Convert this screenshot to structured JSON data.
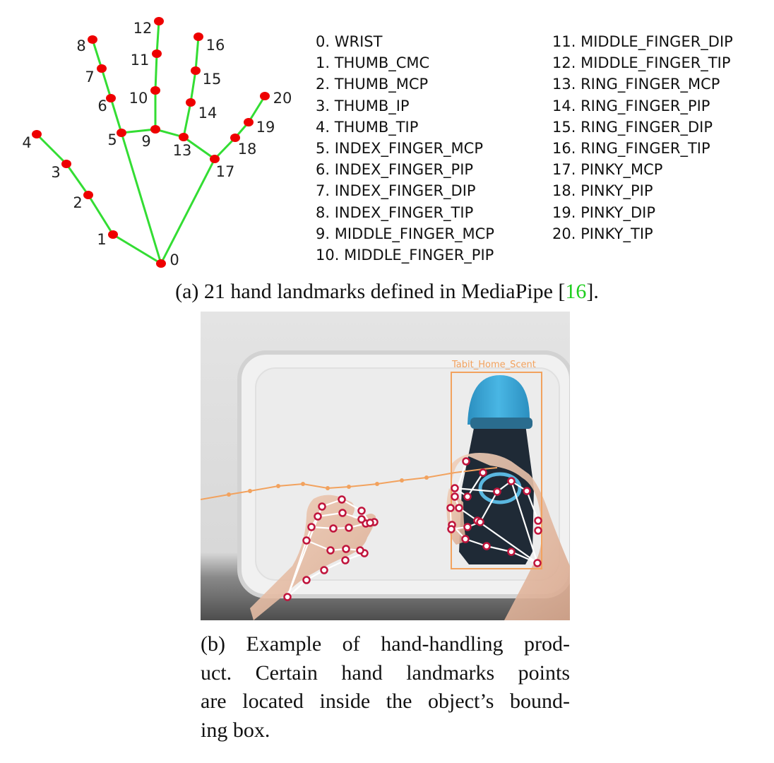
{
  "figure_a": {
    "landmark_numbers": [
      "0",
      "1",
      "2",
      "3",
      "4",
      "5",
      "6",
      "7",
      "8",
      "9",
      "10",
      "11",
      "12",
      "13",
      "14",
      "15",
      "16",
      "17",
      "18",
      "19",
      "20"
    ],
    "legend_left": [
      "0. WRIST",
      "1. THUMB_CMC",
      "2. THUMB_MCP",
      "3. THUMB_IP",
      "4. THUMB_TIP",
      "5. INDEX_FINGER_MCP",
      "6. INDEX_FINGER_PIP",
      "7. INDEX_FINGER_DIP",
      "8. INDEX_FINGER_TIP",
      "9. MIDDLE_FINGER_MCP",
      "10. MIDDLE_FINGER_PIP"
    ],
    "legend_right": [
      "11. MIDDLE_FINGER_DIP",
      "12. MIDDLE_FINGER_TIP",
      "13. RING_FINGER_MCP",
      "14. RING_FINGER_PIP",
      "15. RING_FINGER_DIP",
      "16. RING_FINGER_TIP",
      "17. PINKY_MCP",
      "18. PINKY_PIP",
      "19. PINKY_DIP",
      "20. PINKY_TIP"
    ],
    "caption_prefix": "(a) 21 hand landmarks defined in MediaPipe [",
    "caption_cite": "16",
    "caption_suffix": "].",
    "colors": {
      "point": "#ee0000",
      "edge": "#33dd33",
      "cite": "#1fce1f"
    }
  },
  "figure_b": {
    "bbox_label": "Tabit_Home_Scent",
    "caption_lines": [
      "(b) Example of hand-handling prod-",
      "uct.  Certain hand landmarks points",
      "are located inside the object’s bound-",
      "ing box."
    ],
    "colors": {
      "bbox": "#f2a25e",
      "trajectory": "#f2a25e",
      "skeleton": "#ffffff",
      "landmark": "#c0143c",
      "bottle_cap": "#3aa6d6"
    }
  }
}
